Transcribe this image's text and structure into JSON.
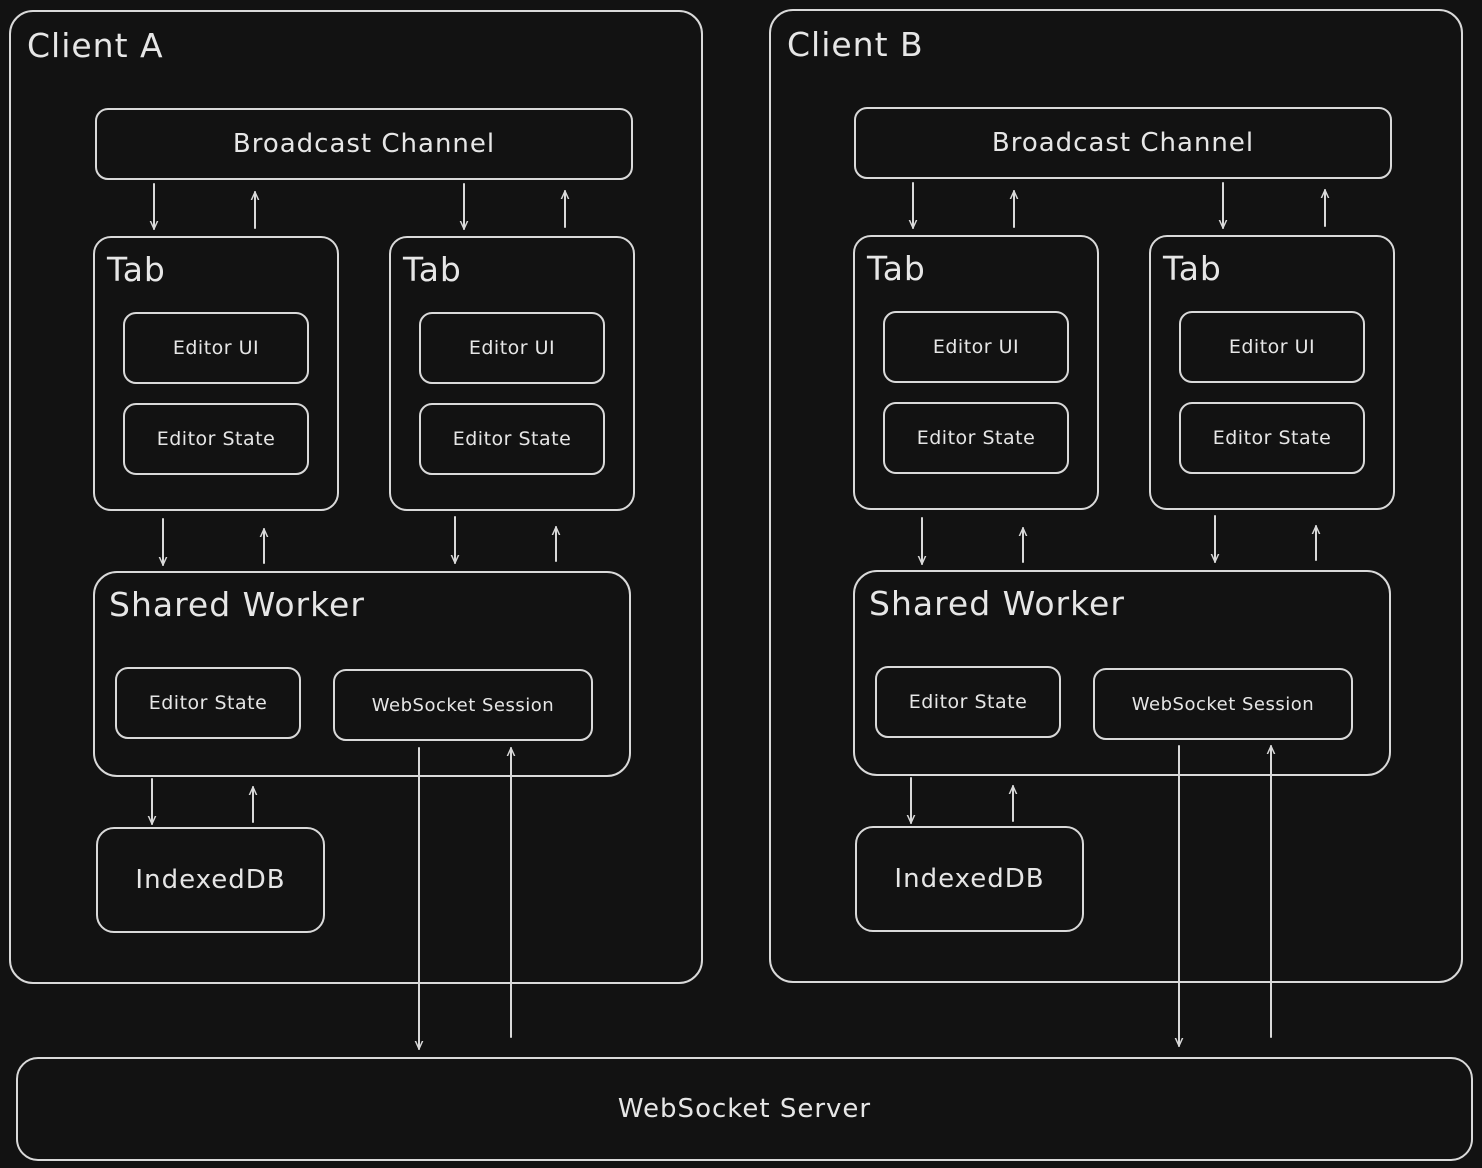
{
  "colors": {
    "background": "#121212",
    "stroke": "#d9d9d9",
    "text": "#e6e6e6"
  },
  "clients": [
    {
      "title": "Client A",
      "broadcast": "Broadcast Channel",
      "tabs": [
        {
          "title": "Tab",
          "editor_ui": "Editor UI",
          "editor_state": "Editor State"
        },
        {
          "title": "Tab",
          "editor_ui": "Editor UI",
          "editor_state": "Editor State"
        }
      ],
      "worker": {
        "title": "Shared Worker",
        "editor_state": "Editor State",
        "session": "WebSocket Session"
      },
      "db": "IndexedDB"
    },
    {
      "title": "Client B",
      "broadcast": "Broadcast Channel",
      "tabs": [
        {
          "title": "Tab",
          "editor_ui": "Editor UI",
          "editor_state": "Editor State"
        },
        {
          "title": "Tab",
          "editor_ui": "Editor UI",
          "editor_state": "Editor State"
        }
      ],
      "worker": {
        "title": "Shared Worker",
        "editor_state": "Editor State",
        "session": "WebSocket Session"
      },
      "db": "IndexedDB"
    }
  ],
  "server": "WebSocket Server"
}
